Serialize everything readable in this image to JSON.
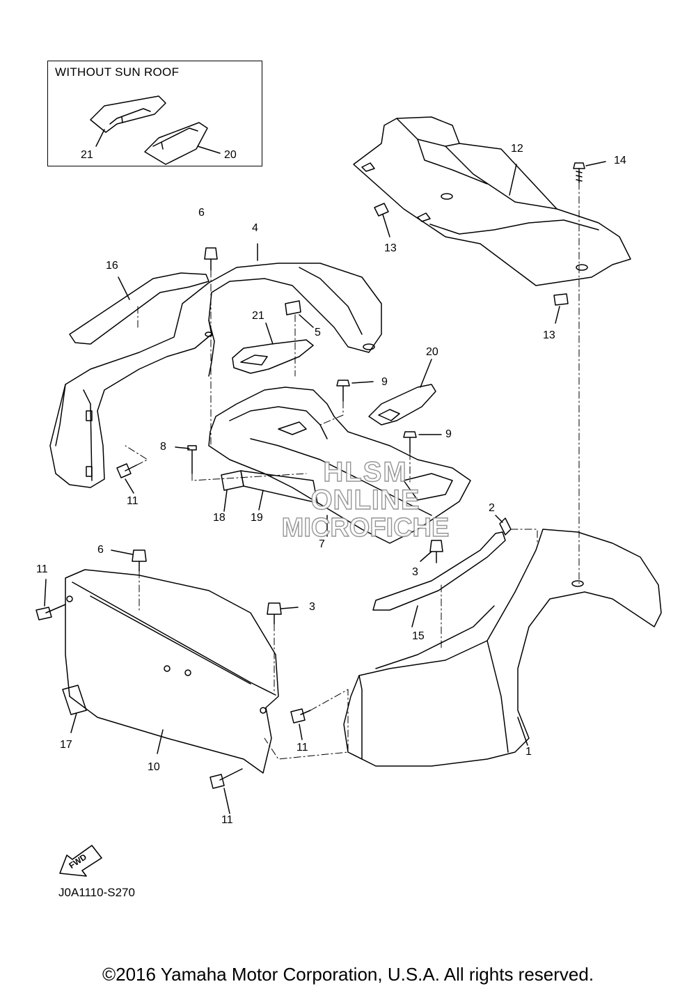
{
  "inset": {
    "title": "WITHOUT SUN ROOF"
  },
  "callouts": {
    "c1": "1",
    "c2": "2",
    "c3a": "3",
    "c3b": "3",
    "c4": "4",
    "c5": "5",
    "c6a": "6",
    "c6b": "6",
    "c7": "7",
    "c8": "8",
    "c9a": "9",
    "c9b": "9",
    "c10": "10",
    "c11a": "11",
    "c11b": "11",
    "c11c": "11",
    "c11d": "11",
    "c12": "12",
    "c13a": "13",
    "c13b": "13",
    "c14": "14",
    "c15": "15",
    "c16": "16",
    "c17": "17",
    "c18": "18",
    "c19": "19",
    "c20a": "20",
    "c20b": "20",
    "c21a": "21",
    "c21b": "21"
  },
  "fwd_label": "FWD",
  "diagram_code": "J0A1110-S270",
  "watermark": {
    "line1": "HLSM",
    "line2": "ONLINE",
    "line3": "MICROFICHE"
  },
  "copyright": "©2016 Yamaha Motor Corporation, U.S.A. All rights reserved."
}
